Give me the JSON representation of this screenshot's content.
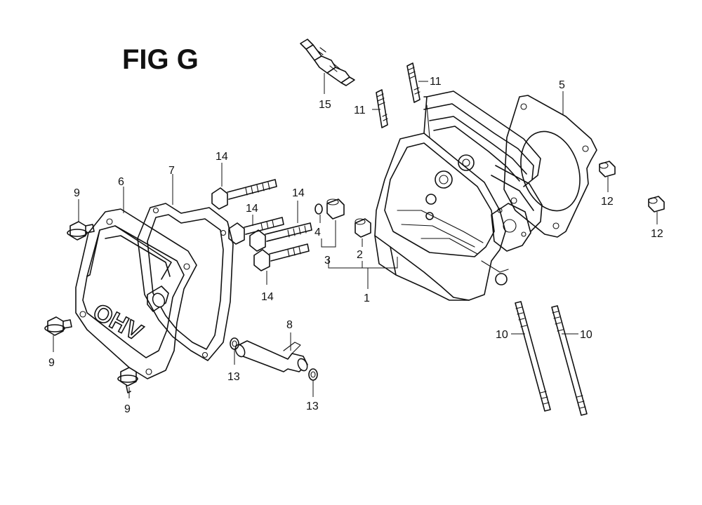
{
  "figure": {
    "title": "FIG G"
  },
  "callouts": {
    "c1": "1",
    "c2": "2",
    "c3": "3",
    "c4": "4",
    "c5": "5",
    "c6": "6",
    "c7": "7",
    "c8": "8",
    "c9a": "9",
    "c9b": "9",
    "c9c": "9",
    "c10a": "10",
    "c10b": "10",
    "c11a": "11",
    "c11b": "11",
    "c12a": "12",
    "c12b": "12",
    "c13a": "13",
    "c13b": "13",
    "c14a": "14",
    "c14b": "14",
    "c14c": "14",
    "c14d": "14",
    "c15": "15"
  },
  "cover_lettering": "OHV"
}
